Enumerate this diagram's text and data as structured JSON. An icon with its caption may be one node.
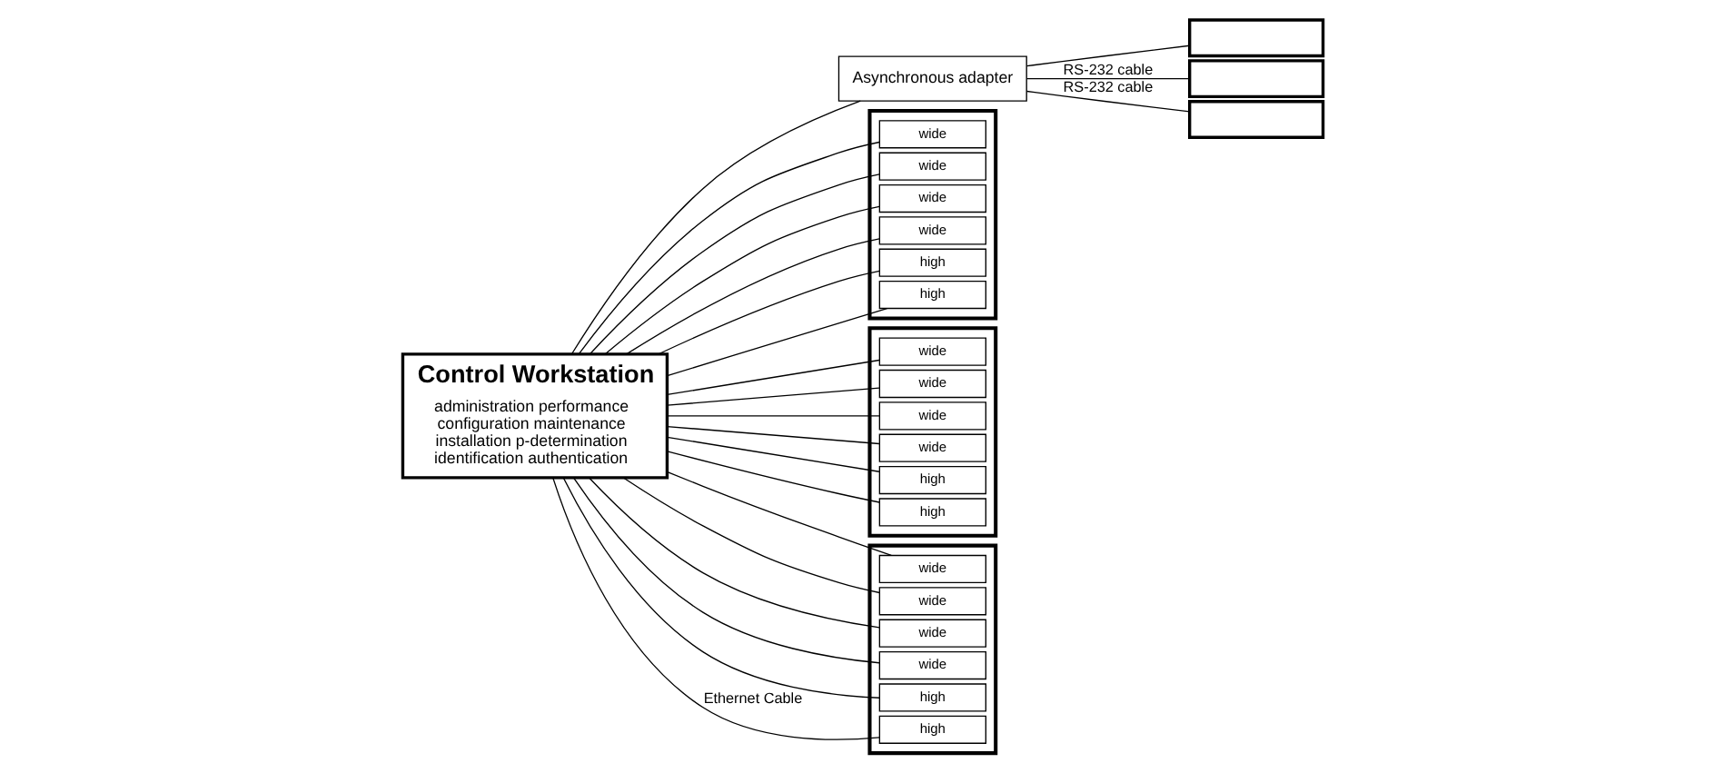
{
  "diagram": {
    "nodes": [
      {
        "text": [
          "Control Workstation",
          "administration performance configuration maintenance installation p-determination identification authentication"
        ]
      },
      {
        "text": [
          "Asynchronous adapter"
        ]
      },
      {
        "text": [],
        "shape": "box"
      },
      {
        "text": [
          "wide"
        ],
        "in": 2
      },
      {
        "text": [
          "wide"
        ],
        "in": 2
      },
      {
        "text": [
          "wide"
        ],
        "in": 2
      },
      {
        "text": [
          "wide"
        ],
        "in": 2
      },
      {
        "text": [
          "high"
        ],
        "in": 2
      },
      {
        "text": [
          "high"
        ],
        "in": 2
      },
      {
        "text": [],
        "shape": "box"
      },
      {
        "text": [],
        "shape": "box"
      },
      {
        "text": [
          "wide"
        ],
        "in": 10
      },
      {
        "text": [
          "wide"
        ],
        "in": 10
      },
      {
        "text": [
          "wide"
        ],
        "in": 10
      },
      {
        "text": [
          "wide"
        ],
        "in": 10
      },
      {
        "text": [
          "high"
        ],
        "in": 10
      },
      {
        "text": [
          "high"
        ],
        "in": 10
      },
      {
        "text": [],
        "shape": "box"
      },
      {
        "text": [],
        "shape": "box"
      },
      {
        "text": [
          "wide"
        ],
        "in": 18
      },
      {
        "text": [
          "wide"
        ],
        "in": 18
      },
      {
        "text": [
          "wide"
        ],
        "in": 18
      },
      {
        "text": [
          "wide"
        ],
        "in": 18
      },
      {
        "text": [
          "high"
        ],
        "in": 18
      },
      {
        "text": [
          "high"
        ],
        "in": 18
      },
      {
        "text": [],
        "shape": "box"
      }
    ],
    "edges": [
      {
        "from": 0,
        "to": 1,
        "arrow": "none"
      },
      {
        "from": 1,
        "to": 9,
        "arrow": "none"
      },
      {
        "from": 1,
        "to": 17,
        "arrow": "none",
        "label": "RS-232 cable"
      },
      {
        "from": 1,
        "to": 25,
        "arrow": "none",
        "label": "RS-232 cable"
      },
      {
        "from": 0,
        "to": 3,
        "arrow": "none"
      },
      {
        "from": 0,
        "to": 4,
        "arrow": "none"
      },
      {
        "from": 0,
        "to": 5,
        "arrow": "none"
      },
      {
        "from": 0,
        "to": 6,
        "arrow": "none"
      },
      {
        "from": 0,
        "to": 7,
        "arrow": "none"
      },
      {
        "from": 0,
        "to": 8,
        "arrow": "none"
      },
      {
        "from": 0,
        "to": 11,
        "arrow": "none"
      },
      {
        "from": 0,
        "to": 12,
        "arrow": "none"
      },
      {
        "from": 0,
        "to": 13,
        "arrow": "none"
      },
      {
        "from": 0,
        "to": 14,
        "arrow": "none"
      },
      {
        "from": 0,
        "to": 15,
        "arrow": "none"
      },
      {
        "from": 0,
        "to": 16,
        "arrow": "none"
      },
      {
        "from": 0,
        "to": 19,
        "arrow": "none"
      },
      {
        "from": 0,
        "to": 20,
        "arrow": "none"
      },
      {
        "from": 0,
        "to": 21,
        "arrow": "none"
      },
      {
        "from": 0,
        "to": 22,
        "arrow": "none"
      },
      {
        "from": 0,
        "to": 23,
        "arrow": "none"
      },
      {
        "from": 0,
        "to": 24,
        "arrow": "none",
        "label": "Ethernet Cable"
      }
    ]
  }
}
